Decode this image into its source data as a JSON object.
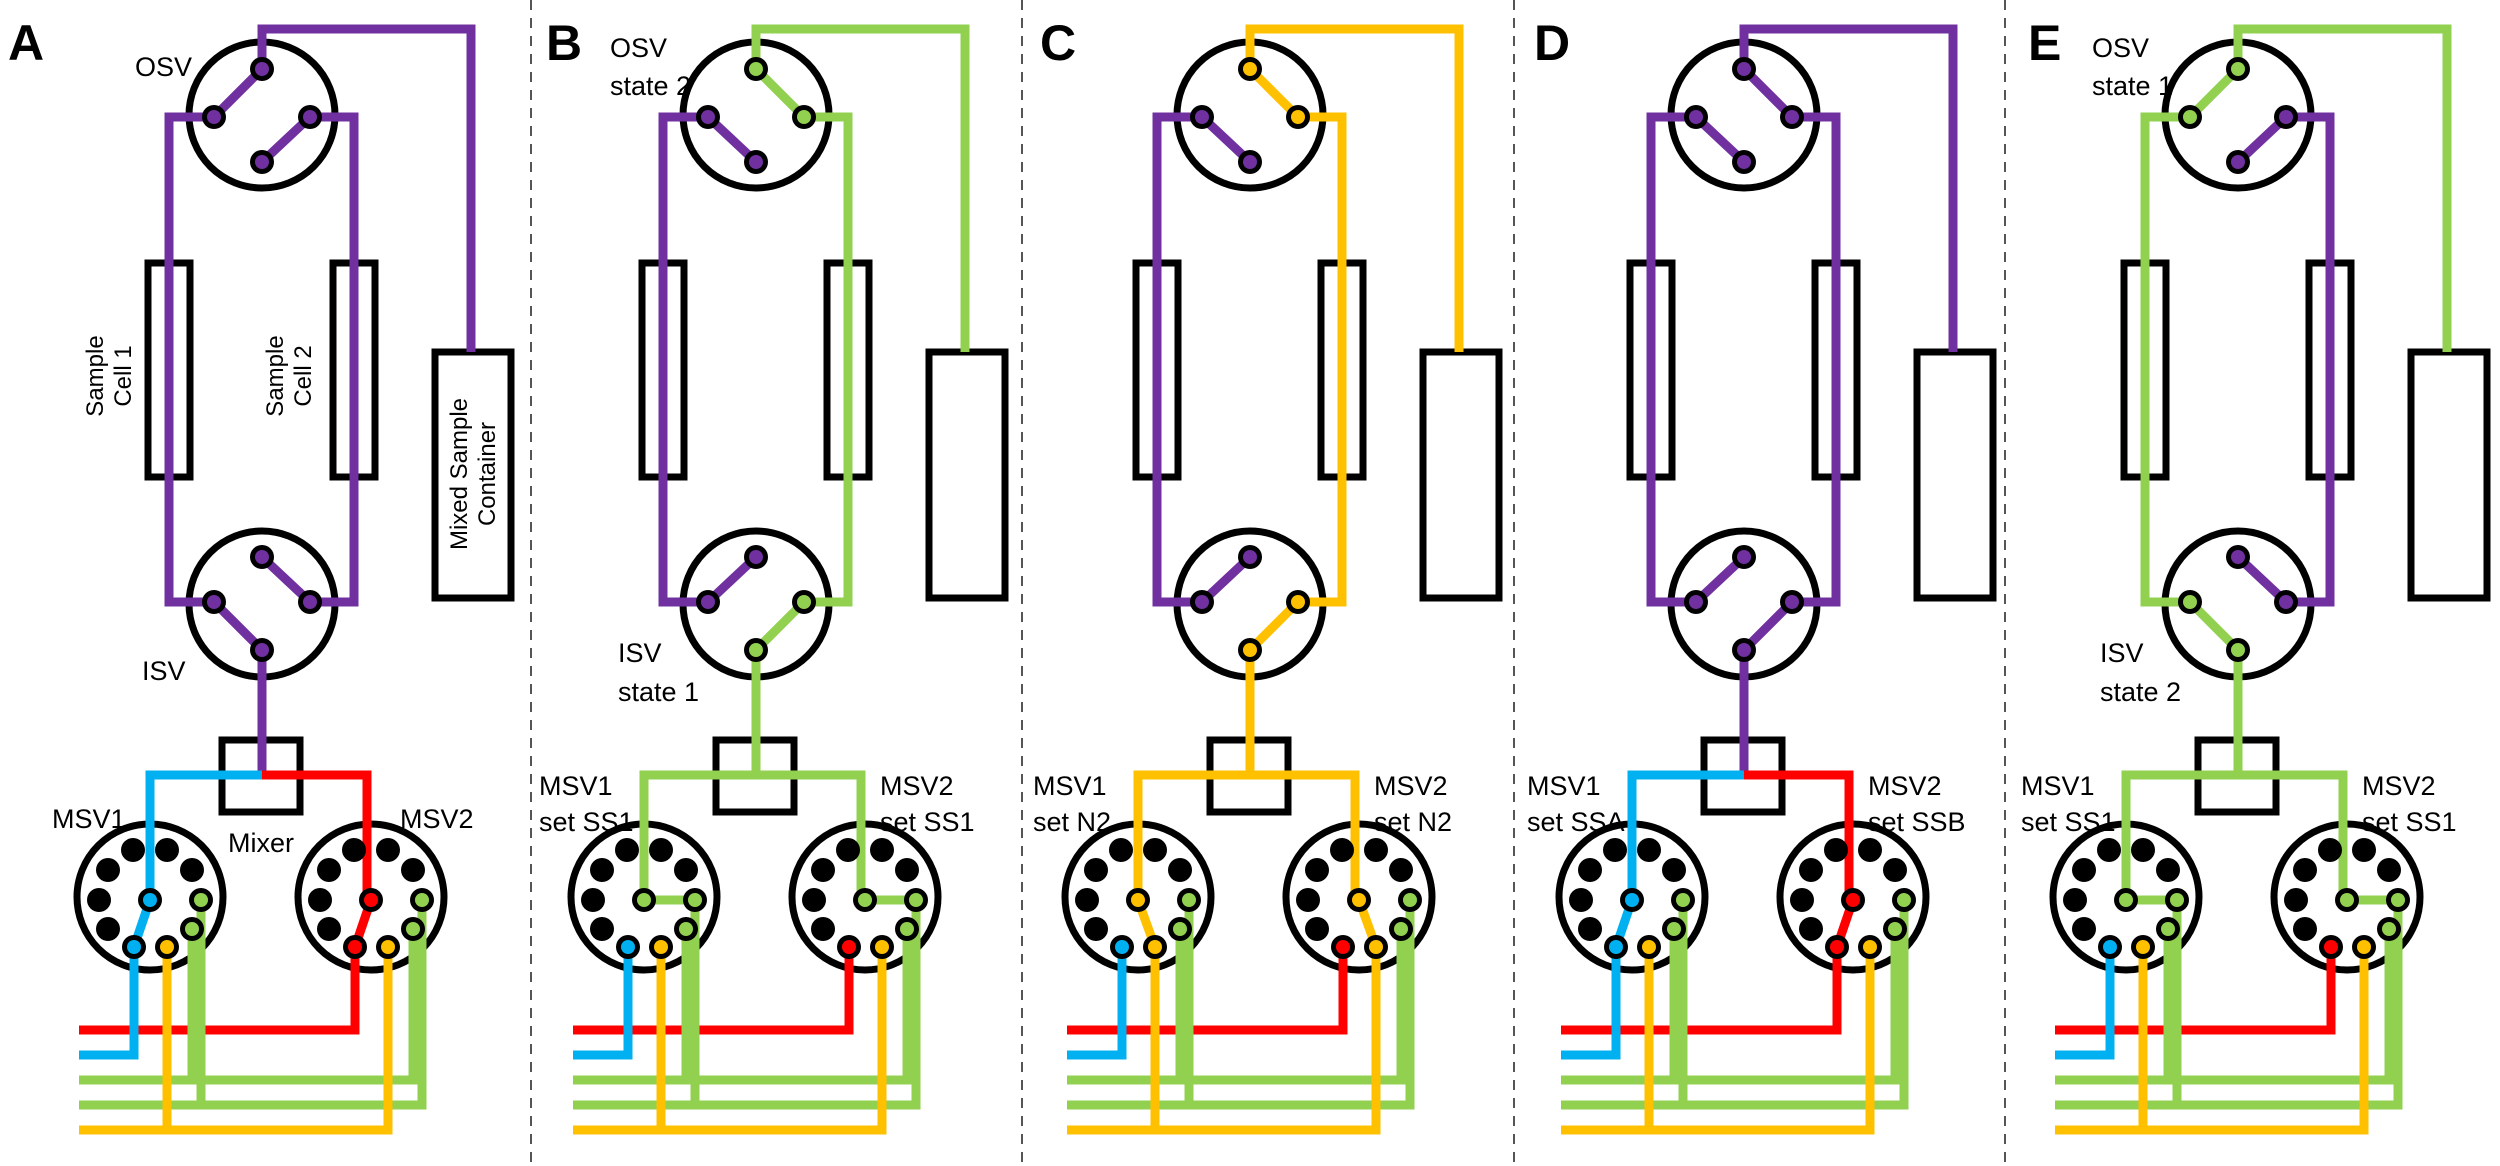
{
  "colors": {
    "purple": "#7030A0",
    "green": "#92D050",
    "yellow": "#FFC000",
    "blue": "#00B0F0",
    "red": "#FF0000",
    "black": "#000000",
    "divider": "#555555"
  },
  "labels": {
    "sample_cell_1": [
      "Sample",
      "Cell 1"
    ],
    "sample_cell_2": [
      "Sample",
      "Cell 2"
    ],
    "container": [
      "Mixed Sample",
      "Container"
    ],
    "mixer": "Mixer"
  },
  "panels": [
    {
      "letter": "A",
      "osv_label": [
        "OSV"
      ],
      "isv_label": [
        "ISV"
      ],
      "msv1_label": [
        "MSV1"
      ],
      "msv2_label": [
        "MSV2"
      ],
      "osv_links": [
        [
          "top",
          "left",
          "purple"
        ],
        [
          "right",
          "bottom",
          "purple"
        ]
      ],
      "isv_links": [
        [
          "top",
          "right",
          "purple"
        ],
        [
          "left",
          "bottom",
          "purple"
        ]
      ],
      "left_line": "purple",
      "right_line": "purple",
      "container_line": "purple",
      "isv_out": "purple",
      "mixer_left": "blue",
      "mixer_right": "red",
      "msv1_target": "lower-left",
      "msv2_target": "lower-left",
      "show_component_labels": true
    },
    {
      "letter": "B",
      "osv_label": [
        "OSV",
        "state 2"
      ],
      "isv_label": [
        "ISV",
        "state 1"
      ],
      "msv1_label": [
        "MSV1",
        "set SS1"
      ],
      "msv2_label": [
        "MSV2",
        "set SS1"
      ],
      "osv_links": [
        [
          "top",
          "right",
          "green"
        ],
        [
          "left",
          "bottom",
          "purple"
        ]
      ],
      "isv_links": [
        [
          "left",
          "top",
          "purple"
        ],
        [
          "right",
          "bottom",
          "green"
        ]
      ],
      "left_line": "purple",
      "right_line": "green",
      "container_line": "green",
      "isv_out": "green",
      "mixer_left": "green",
      "mixer_right": "green",
      "msv1_target": "right",
      "msv2_target": "right",
      "show_component_labels": false
    },
    {
      "letter": "C",
      "osv_label": [],
      "isv_label": [],
      "msv1_label": [
        "MSV1",
        "set N2"
      ],
      "msv2_label": [
        "MSV2",
        "set N2"
      ],
      "osv_links": [
        [
          "top",
          "right",
          "yellow"
        ],
        [
          "left",
          "bottom",
          "purple"
        ]
      ],
      "isv_links": [
        [
          "left",
          "top",
          "purple"
        ],
        [
          "right",
          "bottom",
          "yellow"
        ]
      ],
      "left_line": "purple",
      "right_line": "yellow",
      "container_line": "yellow",
      "isv_out": "yellow",
      "mixer_left": "yellow",
      "mixer_right": "yellow",
      "msv1_target": "lower-center",
      "msv2_target": "lower-center",
      "show_component_labels": false
    },
    {
      "letter": "D",
      "osv_label": [],
      "isv_label": [],
      "msv1_label": [
        "MSV1",
        "set SSA"
      ],
      "msv2_label": [
        "MSV2",
        "set SSB"
      ],
      "osv_links": [
        [
          "top",
          "right",
          "purple"
        ],
        [
          "left",
          "bottom",
          "purple"
        ]
      ],
      "isv_links": [
        [
          "left",
          "top",
          "purple"
        ],
        [
          "right",
          "bottom",
          "purple"
        ]
      ],
      "left_line": "purple",
      "right_line": "purple",
      "container_line": "purple",
      "isv_out": "purple",
      "mixer_left": "blue",
      "mixer_right": "red",
      "msv1_target": "lower-left",
      "msv2_target": "lower-left",
      "show_component_labels": false
    },
    {
      "letter": "E",
      "osv_label": [
        "OSV",
        "state 1"
      ],
      "isv_label": [
        "ISV",
        "state 2"
      ],
      "msv1_label": [
        "MSV1",
        "set SS1"
      ],
      "msv2_label": [
        "MSV2",
        "set SS1"
      ],
      "osv_links": [
        [
          "top",
          "left",
          "green"
        ],
        [
          "right",
          "bottom",
          "purple"
        ]
      ],
      "isv_links": [
        [
          "top",
          "right",
          "purple"
        ],
        [
          "left",
          "bottom",
          "green"
        ]
      ],
      "left_line": "green",
      "right_line": "purple",
      "container_line": "green",
      "isv_out": "green",
      "mixer_left": "green",
      "mixer_right": "green",
      "msv1_target": "right",
      "msv2_target": "right",
      "show_component_labels": false
    }
  ]
}
